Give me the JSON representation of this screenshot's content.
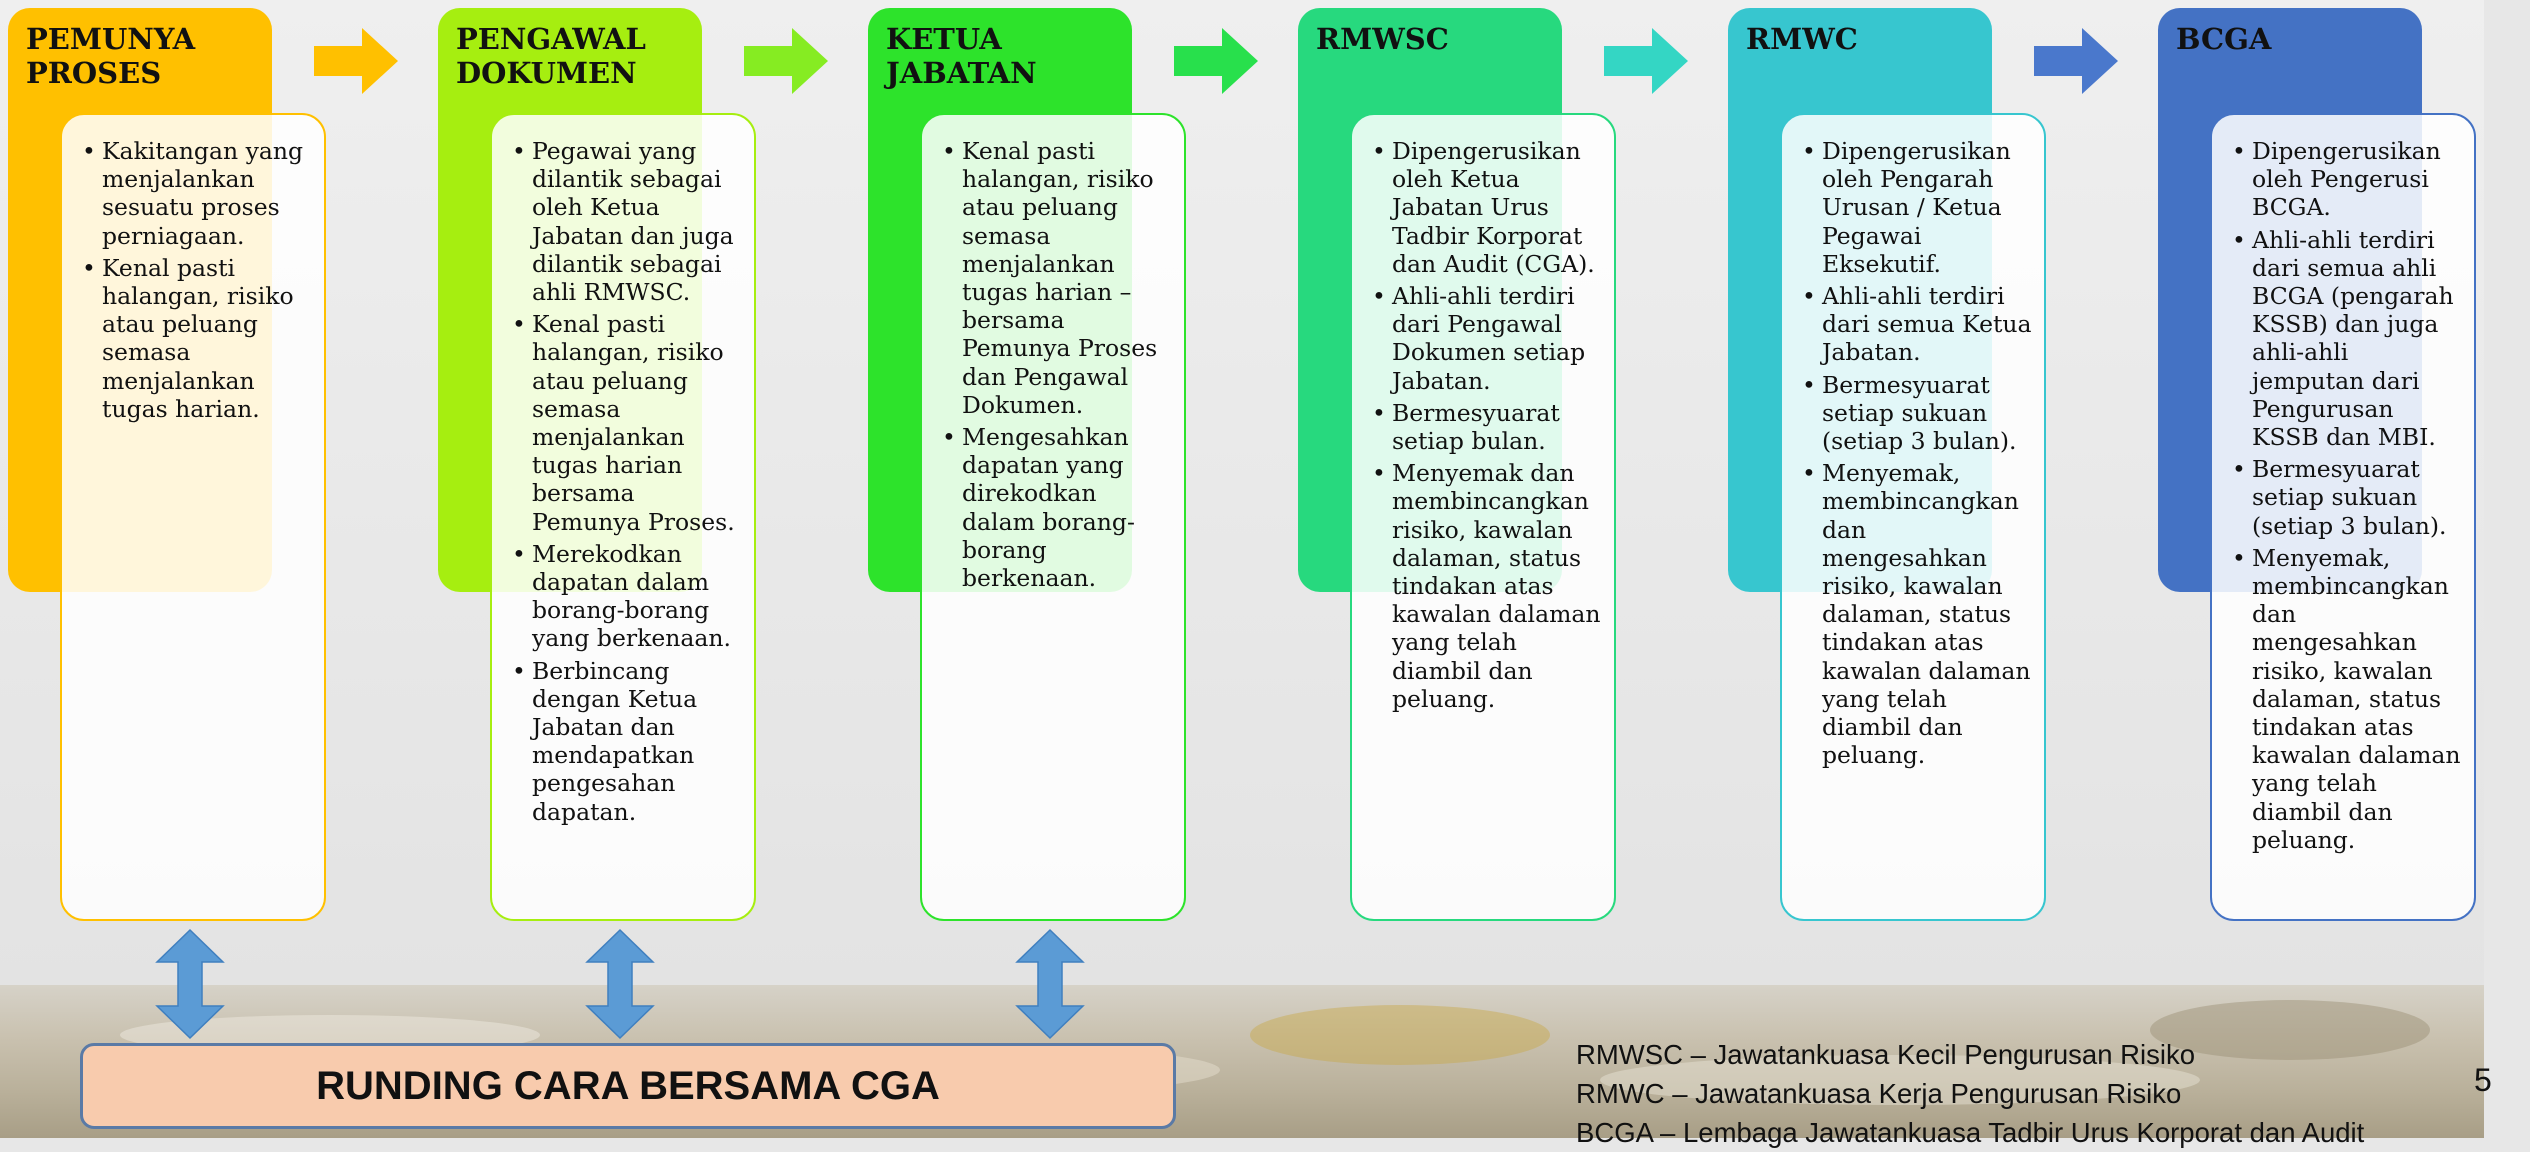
{
  "columns": [
    {
      "title": "PEMUNYA\nPROSES",
      "color": "#ffc000",
      "border": "#ffc000",
      "bullets": [
        "Kakitangan yang menjalankan sesuatu proses perniagaan.",
        "Kenal pasti halangan, risiko atau peluang semasa menjalankan tugas harian."
      ]
    },
    {
      "title": "PENGAWAL\nDOKUMEN",
      "color": "#a6ee10",
      "border": "#a6ee10",
      "bullets": [
        "Pegawai yang dilantik sebagai oleh Ketua Jabatan dan juga dilantik sebagai ahli RMWSC.",
        "Kenal pasti halangan, risiko atau peluang semasa menjalankan tugas harian bersama Pemunya Proses.",
        "Merekodkan dapatan dalam borang-borang yang berkenaan.",
        "Berbincang dengan Ketua Jabatan dan mendapatkan pengesahan dapatan."
      ]
    },
    {
      "title": "KETUA\nJABATAN",
      "color": "#2de32b",
      "border": "#2de32b",
      "bullets": [
        "Kenal pasti halangan, risiko atau peluang semasa menjalankan tugas harian – bersama Pemunya Proses dan Pengawal Dokumen.",
        "Mengesahkan dapatan yang direkodkan dalam borang-borang berkenaan."
      ]
    },
    {
      "title": "RMWSC",
      "color": "#27d97e",
      "border": "#27d97e",
      "bullets": [
        "Dipengerusikan oleh Ketua Jabatan Urus Tadbir Korporat dan Audit (CGA).",
        "Ahli-ahli terdiri dari Pengawal Dokumen setiap Jabatan.",
        "Bermesyuarat setiap bulan.",
        "Menyemak dan membincangkan risiko, kawalan dalaman, status tindakan atas kawalan dalaman yang telah diambil dan peluang."
      ]
    },
    {
      "title": "RMWC",
      "color": "#37c6cf",
      "border": "#37c6cf",
      "bullets": [
        "Dipengerusikan oleh Pengarah Urusan / Ketua Pegawai Eksekutif.",
        "Ahli-ahli terdiri dari semua Ketua Jabatan.",
        "Bermesyuarat setiap sukuan (setiap 3 bulan).",
        "Menyemak, membincangkan dan mengesahkan risiko, kawalan dalaman, status tindakan atas kawalan dalaman yang telah diambil dan peluang."
      ]
    },
    {
      "title": "BCGA",
      "color": "#4472c4",
      "border": "#4472c4",
      "bullets": [
        "Dipengerusikan oleh Pengerusi BCGA.",
        "Ahli-ahli terdiri dari semua ahli BCGA (pengarah KSSB) dan juga ahli-ahli jemputan dari Pengurusan KSSB dan MBI.",
        "Bermesyuarat setiap sukuan (setiap 3 bulan).",
        "Menyemak, membincangkan dan mengesahkan risiko, kawalan dalaman, status tindakan atas kawalan dalaman yang telah diambil dan peluang."
      ]
    }
  ],
  "arrows": [
    "#ffc000",
    "#86ec22",
    "#28e04c",
    "#34d6c4",
    "#4a78cc"
  ],
  "double_arrow_color": "#5b9bd5",
  "meeting_box": {
    "label": "RUNDING CARA BERSAMA CGA"
  },
  "legend": [
    "RMWSC – Jawatankuasa Kecil Pengurusan Risiko",
    "RMWC – Jawatankuasa Kerja Pengurusan Risiko",
    "BCGA – Lembaga Jawatankuasa Tadbir Urus Korporat dan Audit"
  ],
  "page_number": "5"
}
